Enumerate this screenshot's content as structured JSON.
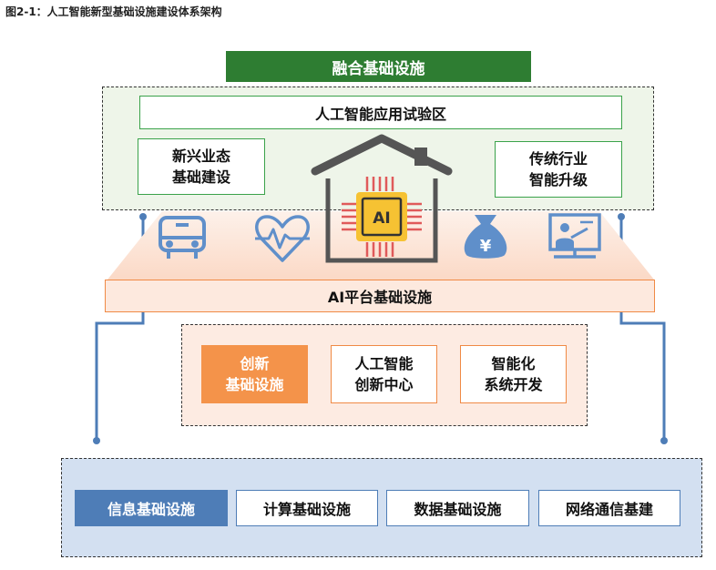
{
  "caption": "图2-1：人工智能新型基础设施建设体系架构",
  "fusion": {
    "header": "融合基础设施",
    "trial_zone": "人工智能应用试验区",
    "new_business": {
      "line1": "新兴业态",
      "line2": "基础建设"
    },
    "traditional": {
      "line1": "传统行业",
      "line2": "智能升级"
    }
  },
  "ai_platform": {
    "header": "AI平台基础设施",
    "boxes": [
      {
        "line1": "创新",
        "line2": "基础设施"
      },
      {
        "line1": "人工智能",
        "line2": "创新中心"
      },
      {
        "line1": "智能化",
        "line2": "系统开发"
      }
    ]
  },
  "chip_label": "AI",
  "yen_symbol": "¥",
  "info": {
    "main": "信息基础设施",
    "items": [
      "计算基础设施",
      "数据基础设施",
      "网络通信基建"
    ]
  },
  "colors": {
    "green": "#2e7d32",
    "green_border": "#3aa24a",
    "orange": "#f4934a",
    "orange_light": "#fde9de",
    "blue": "#4e7db7",
    "blue_light": "#d3e0f1",
    "icon_blue": "#5f8fca",
    "chip_yellow": "#f6c233",
    "chip_red": "#e05a5a"
  },
  "icons": [
    "bus-icon",
    "heart-pulse-icon",
    "ai-house-icon",
    "chip-icon",
    "money-bag-icon",
    "teacher-screen-icon"
  ]
}
